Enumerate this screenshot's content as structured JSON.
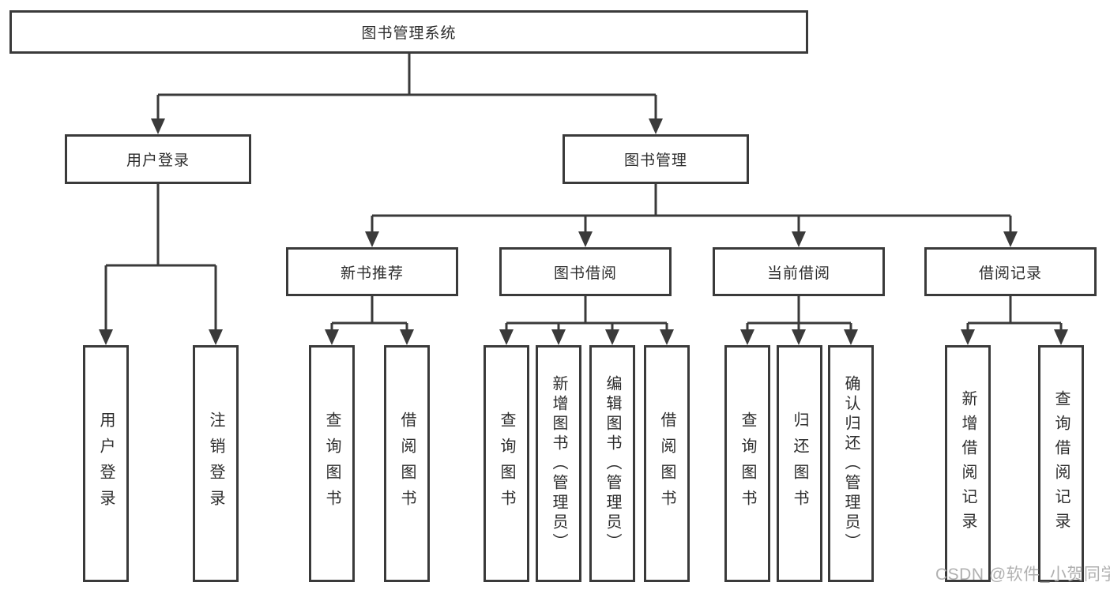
{
  "nodes": {
    "root": {
      "label": "图书管理系统"
    },
    "level2": [
      {
        "label": "用户登录"
      },
      {
        "label": "图书管理"
      }
    ],
    "level3": [
      {
        "label": "新书推荐",
        "parent": "图书管理"
      },
      {
        "label": "图书借阅",
        "parent": "图书管理"
      },
      {
        "label": "当前借阅",
        "parent": "图书管理"
      },
      {
        "label": "借阅记录",
        "parent": "图书管理"
      }
    ],
    "leaves": [
      {
        "label": "用户登录",
        "parent": "用户登录"
      },
      {
        "label": "注销登录",
        "parent": "用户登录"
      },
      {
        "label": "查询图书",
        "parent": "新书推荐"
      },
      {
        "label": "借阅图书",
        "parent": "新书推荐"
      },
      {
        "label": "查询图书",
        "parent": "图书借阅"
      },
      {
        "label": "新增图书（管理员）",
        "parent": "图书借阅"
      },
      {
        "label": "编辑图书（管理员）",
        "parent": "图书借阅"
      },
      {
        "label": "借阅图书",
        "parent": "图书借阅"
      },
      {
        "label": "查询图书",
        "parent": "当前借阅"
      },
      {
        "label": "归还图书",
        "parent": "当前借阅"
      },
      {
        "label": "确认归还（管理员）",
        "parent": "当前借阅"
      },
      {
        "label": "新增借阅记录",
        "parent": "借阅记录"
      },
      {
        "label": "查询借阅记录",
        "parent": "借阅记录"
      }
    ]
  },
  "watermark": {
    "text": "CSDN @软件_小贺同学"
  },
  "colors": {
    "line": "#3a3a3a",
    "text": "#2d2d2d",
    "background": "#ffffff",
    "watermark": "#b0b0b0"
  }
}
